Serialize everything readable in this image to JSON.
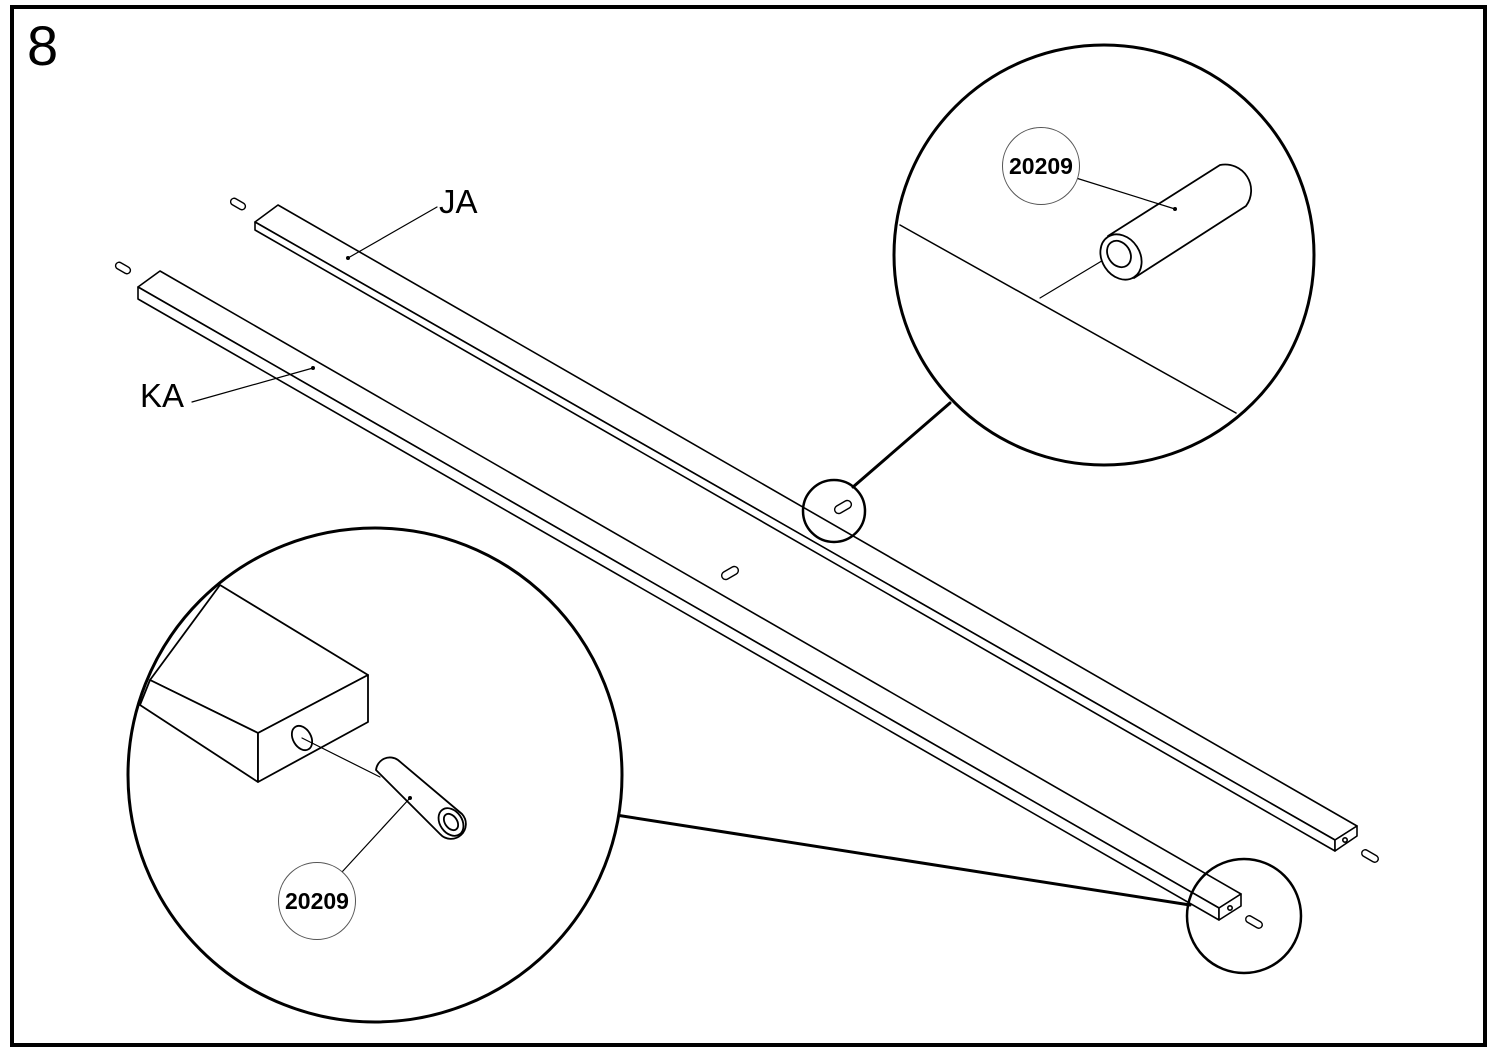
{
  "step": {
    "number": "8"
  },
  "parts": {
    "rail_upper": {
      "label": "JA"
    },
    "rail_lower": {
      "label": "KA"
    }
  },
  "hardware": {
    "dowel_part_number": "20209"
  },
  "colors": {
    "line": "#000000",
    "background": "#ffffff",
    "callout_border": "#555555"
  }
}
